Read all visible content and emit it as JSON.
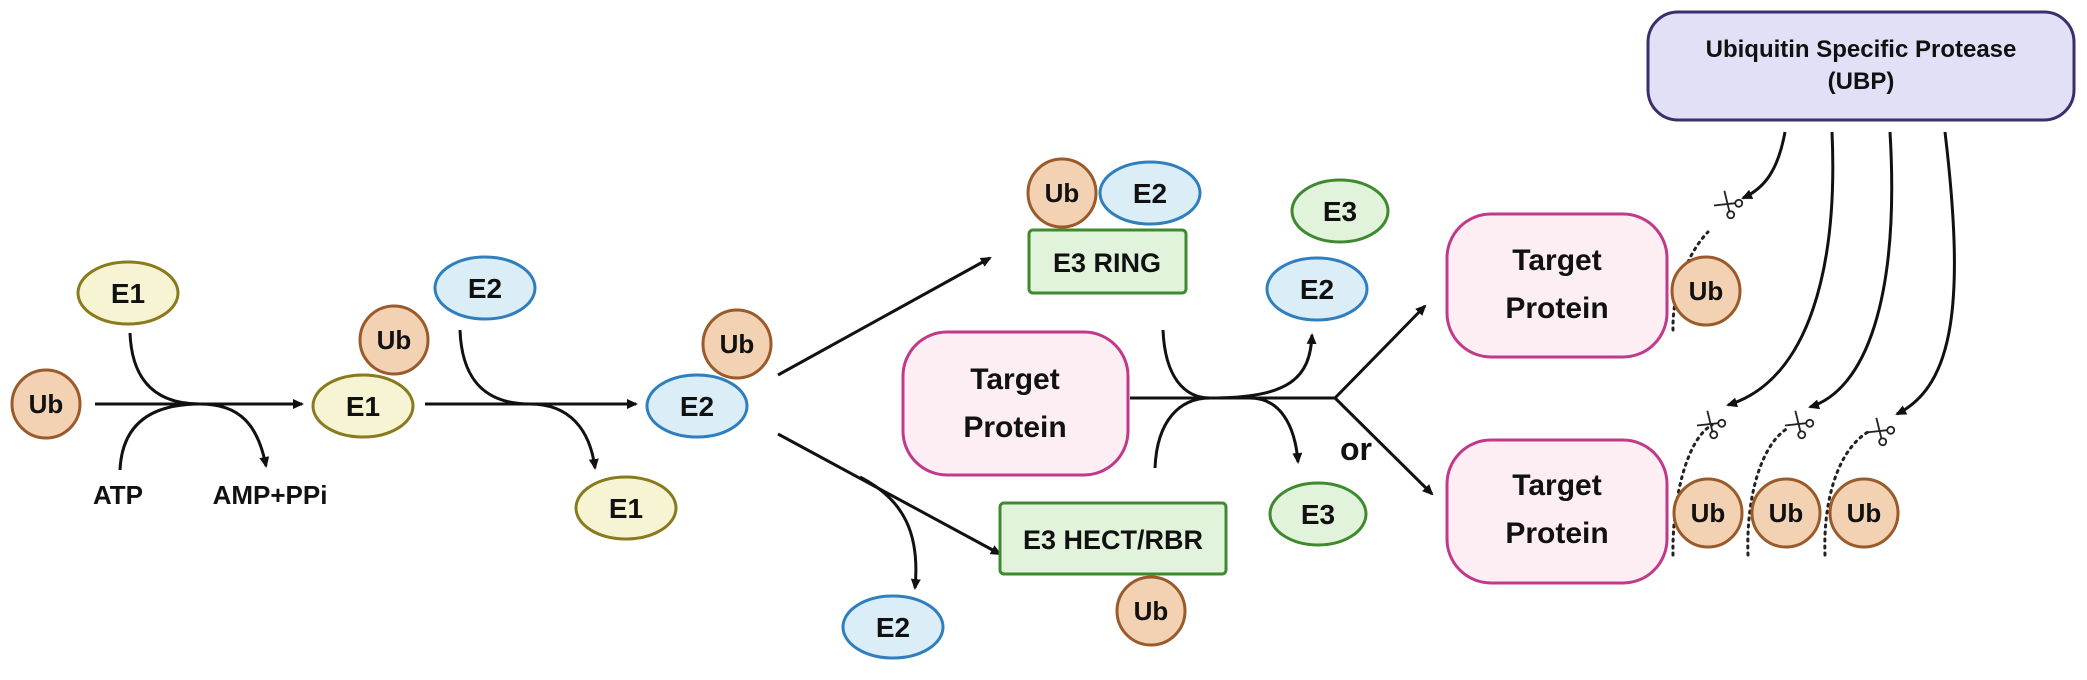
{
  "labels": {
    "ub": "Ub",
    "e1": "E1",
    "e2": "E2",
    "e3": "E3",
    "atp": "ATP",
    "amp_ppi": "AMP+PPi",
    "e3_ring": "E3 RING",
    "e3_hect_rbr": "E3 HECT/RBR",
    "target_line1": "Target",
    "target_line2": "Protein",
    "or": "or",
    "ubp_line1": "Ubiquitin Specific Protease",
    "ubp_line2": "(UBP)"
  },
  "colors": {
    "ub_fill": "#f3d2b4",
    "ub_stroke": "#9a5a2a",
    "e1_fill": "#f7f4d3",
    "e1_stroke": "#8a7a1e",
    "e2_fill": "#dbeef7",
    "e2_stroke": "#2f7fbf",
    "e3_fill": "#e2f3dc",
    "e3_stroke": "#3d8a2f",
    "target_fill": "#fdeef4",
    "target_stroke": "#c0398a",
    "ubp_fill": "#e1e0f7",
    "ubp_stroke": "#3a2e6b",
    "arrow": "#111111"
  },
  "icons": [
    "scissors-icon"
  ]
}
